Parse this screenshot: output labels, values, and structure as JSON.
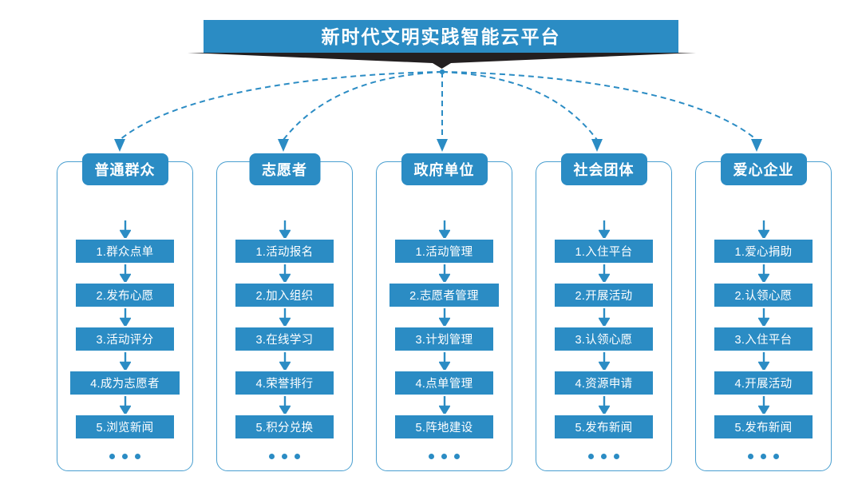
{
  "banner": {
    "title": "新时代文明实践智能云平台"
  },
  "colors": {
    "primary_blue": "#2b8cc4",
    "panel_border": "#4a9fd0",
    "shadow_dark": "#231f20",
    "text_on_blue": "#ffffff",
    "background": "#ffffff"
  },
  "icons": {
    "banner_chevron": "chevron-down-icon",
    "step_arrow": "arrow-down-icon",
    "more_dots": "ellipsis-icon",
    "connector_arrow": "arrow-down-icon"
  },
  "ellipsis_label": "•••",
  "columns": [
    {
      "id": "ordinary-public",
      "header": "普通群众",
      "items": [
        "1.群众点单",
        "2.发布心愿",
        "3.活动评分",
        "4.成为志愿者",
        "5.浏览新闻"
      ]
    },
    {
      "id": "volunteer",
      "header": "志愿者",
      "items": [
        "1.活动报名",
        "2.加入组织",
        "3.在线学习",
        "4.荣誉排行",
        "5.积分兑换"
      ]
    },
    {
      "id": "government-unit",
      "header": "政府单位",
      "items": [
        "1.活动管理",
        "2.志愿者管理",
        "3.计划管理",
        "4.点单管理",
        "5.阵地建设"
      ]
    },
    {
      "id": "social-group",
      "header": "社会团体",
      "items": [
        "1.入住平台",
        "2.开展活动",
        "3.认领心愿",
        "4.资源申请",
        "5.发布新闻"
      ]
    },
    {
      "id": "charity-enterprise",
      "header": "爱心企业",
      "items": [
        "1.爱心捐助",
        "2.认领心愿",
        "3.入住平台",
        "4.开展活动",
        "5.发布新闻"
      ]
    }
  ]
}
